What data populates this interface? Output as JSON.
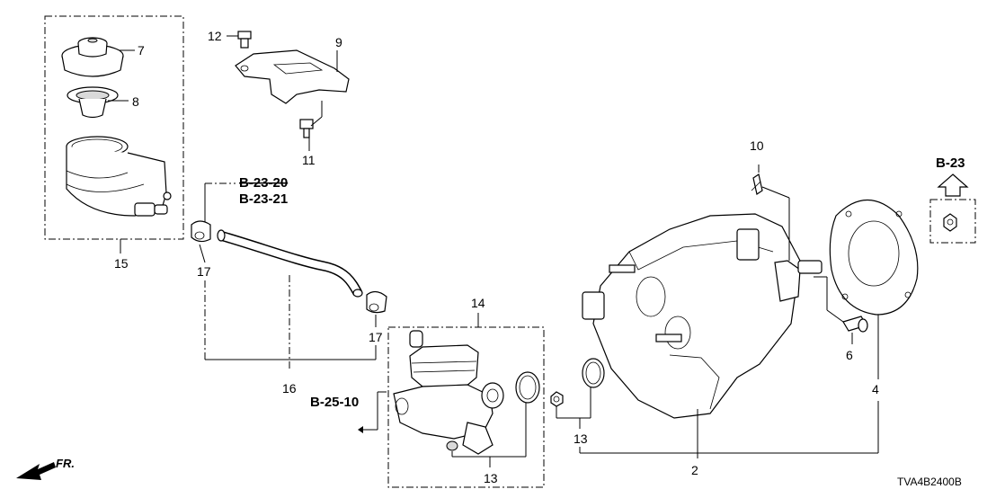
{
  "diagram": {
    "callouts": {
      "n2": "2",
      "n4": "4",
      "n6": "6",
      "n7": "7",
      "n8": "8",
      "n9": "9",
      "n10": "10",
      "n11": "11",
      "n12": "12",
      "n13a": "13",
      "n13b": "13",
      "n14": "14",
      "n15": "15",
      "n16": "16",
      "n17a": "17",
      "n17b": "17"
    },
    "references": {
      "b2320": "B-23-20",
      "b2321": "B-23-21",
      "b2510": "B-25-10",
      "b23": "B-23"
    },
    "front_label": "FR.",
    "part_code": "TVA4B2400B"
  }
}
